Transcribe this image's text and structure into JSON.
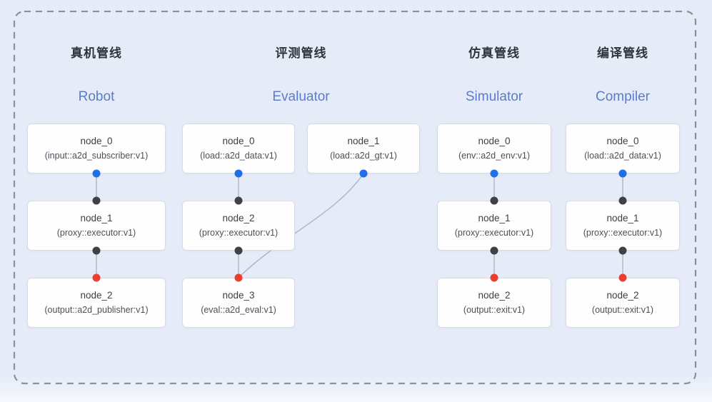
{
  "figure": {
    "background_color": "#e6ebf8",
    "frame_border_color": "#8b919c",
    "frame_style": "dashed"
  },
  "colors": {
    "output_port_blue": "#1f6fe8",
    "executor_port_dark": "#3f4245",
    "sink_port_red": "#e8402c",
    "edge_gray": "#a9b1bd",
    "english_title_blue": "#5b7cca",
    "chinese_title_dark": "#2f343b",
    "node_background": "#fefefe",
    "node_border": "#d8dce4"
  },
  "pipelines": [
    {
      "title_zh": "真机管线",
      "title_en": "Robot",
      "nodes": [
        {
          "name": "node_0",
          "type": "(input::a2d_subscriber:v1)",
          "ports": {
            "bottom": "blue"
          }
        },
        {
          "name": "node_1",
          "type": "(proxy::executor:v1)",
          "ports": {
            "top": "dark",
            "bottom": "dark"
          }
        },
        {
          "name": "node_2",
          "type": "(output::a2d_publisher:v1)",
          "ports": {
            "top": "red"
          }
        }
      ],
      "edges": [
        [
          "node_0",
          "node_1"
        ],
        [
          "node_1",
          "node_2"
        ]
      ]
    },
    {
      "title_zh": "评测管线",
      "title_en": "Evaluator",
      "nodes": [
        {
          "name": "node_0",
          "type": "(load::a2d_data:v1)",
          "ports": {
            "bottom": "blue"
          }
        },
        {
          "name": "node_1",
          "type": "(load::a2d_gt:v1)",
          "ports": {
            "bottom": "blue"
          }
        },
        {
          "name": "node_2",
          "type": "(proxy::executor:v1)",
          "ports": {
            "top": "dark",
            "bottom": "dark"
          }
        },
        {
          "name": "node_3",
          "type": "(eval::a2d_eval:v1)",
          "ports": {
            "top": "red"
          }
        }
      ],
      "edges": [
        [
          "node_0",
          "node_2"
        ],
        [
          "node_2",
          "node_3"
        ],
        [
          "node_1",
          "node_3"
        ]
      ]
    },
    {
      "title_zh": "仿真管线",
      "title_en": "Simulator",
      "nodes": [
        {
          "name": "node_0",
          "type": "(env::a2d_env:v1)",
          "ports": {
            "bottom": "blue"
          }
        },
        {
          "name": "node_1",
          "type": "(proxy::executor:v1)",
          "ports": {
            "top": "dark",
            "bottom": "dark"
          }
        },
        {
          "name": "node_2",
          "type": "(output::exit:v1)",
          "ports": {
            "top": "red"
          }
        }
      ],
      "edges": [
        [
          "node_0",
          "node_1"
        ],
        [
          "node_1",
          "node_2"
        ]
      ]
    },
    {
      "title_zh": "编译管线",
      "title_en": "Compiler",
      "nodes": [
        {
          "name": "node_0",
          "type": "(load::a2d_data:v1)",
          "ports": {
            "bottom": "blue"
          }
        },
        {
          "name": "node_1",
          "type": "(proxy::executor:v1)",
          "ports": {
            "top": "dark",
            "bottom": "dark"
          }
        },
        {
          "name": "node_2",
          "type": "(output::exit:v1)",
          "ports": {
            "top": "red"
          }
        }
      ],
      "edges": [
        [
          "node_0",
          "node_1"
        ],
        [
          "node_1",
          "node_2"
        ]
      ]
    }
  ]
}
